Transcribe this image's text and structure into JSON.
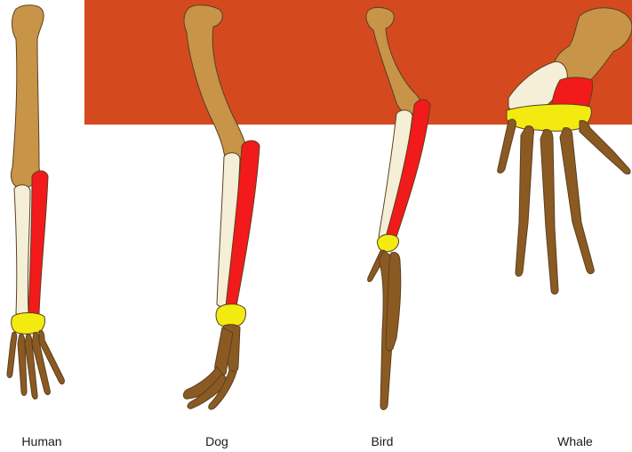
{
  "colors": {
    "background": "#ffffff",
    "banner": "#d44a1e",
    "humerus": "#c89448",
    "ulna": "#f5efd8",
    "radius": "#f21a1a",
    "carpals": "#f3ea10",
    "phalanges": "#8b5a22",
    "outline": "#5a4020"
  },
  "species": [
    {
      "id": "human",
      "label": "Human"
    },
    {
      "id": "dog",
      "label": "Dog"
    },
    {
      "id": "bird",
      "label": "Bird"
    },
    {
      "id": "whale",
      "label": "Whale"
    }
  ]
}
